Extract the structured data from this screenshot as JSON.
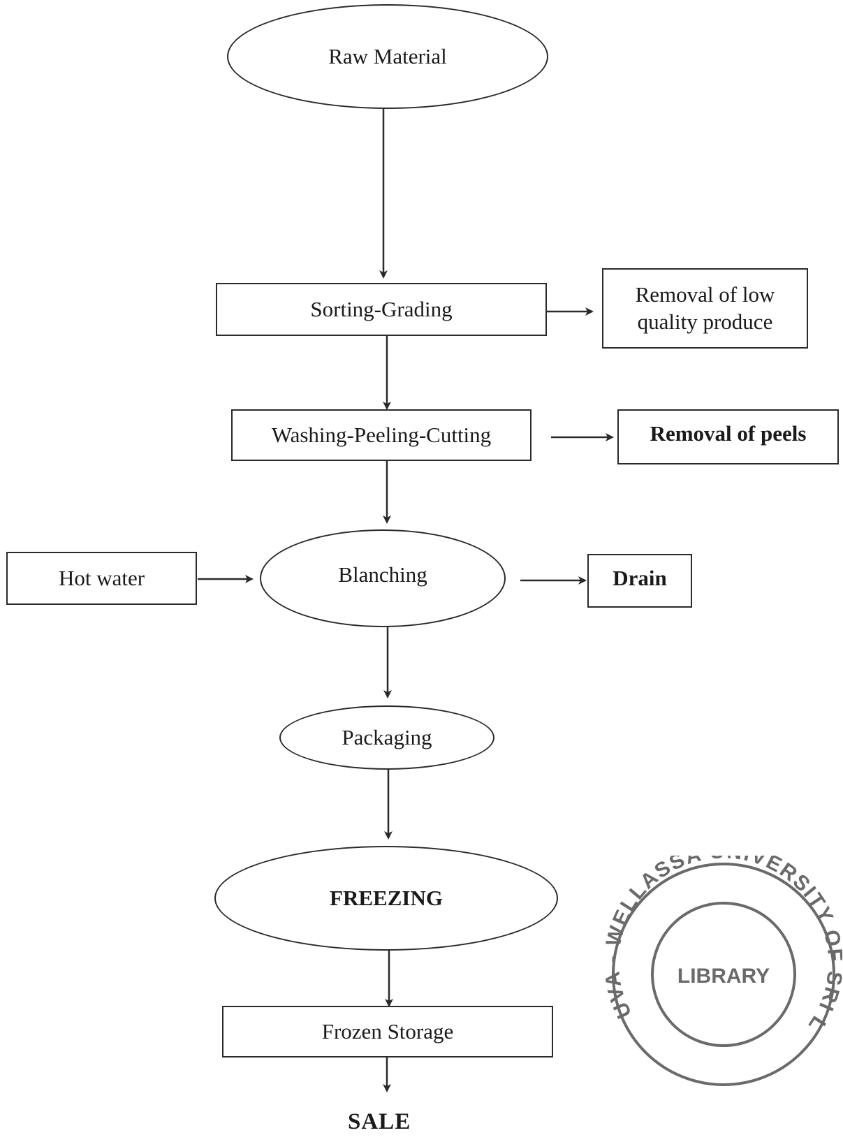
{
  "nodes": {
    "raw_material": "Raw Material",
    "sorting_grading": "Sorting-Grading",
    "removal_low_quality": "Removal of low quality produce",
    "washing_peeling_cutting": "Washing-Peeling-Cutting",
    "removal_peels": "Removal of peels",
    "hot_water": "Hot water",
    "blanching": "Blanching",
    "drain": "Drain",
    "packaging": "Packaging",
    "freezing": "FREEZING",
    "frozen_storage": "Frozen Storage",
    "sale": "SALE"
  },
  "stamp": {
    "ring_text": "UVA - WELLASSA UNIVERSITY OF SRI LANKA",
    "center_text": "LIBRARY"
  },
  "colors": {
    "line": "#2a2a2a",
    "stamp": "#6a6a6a"
  }
}
